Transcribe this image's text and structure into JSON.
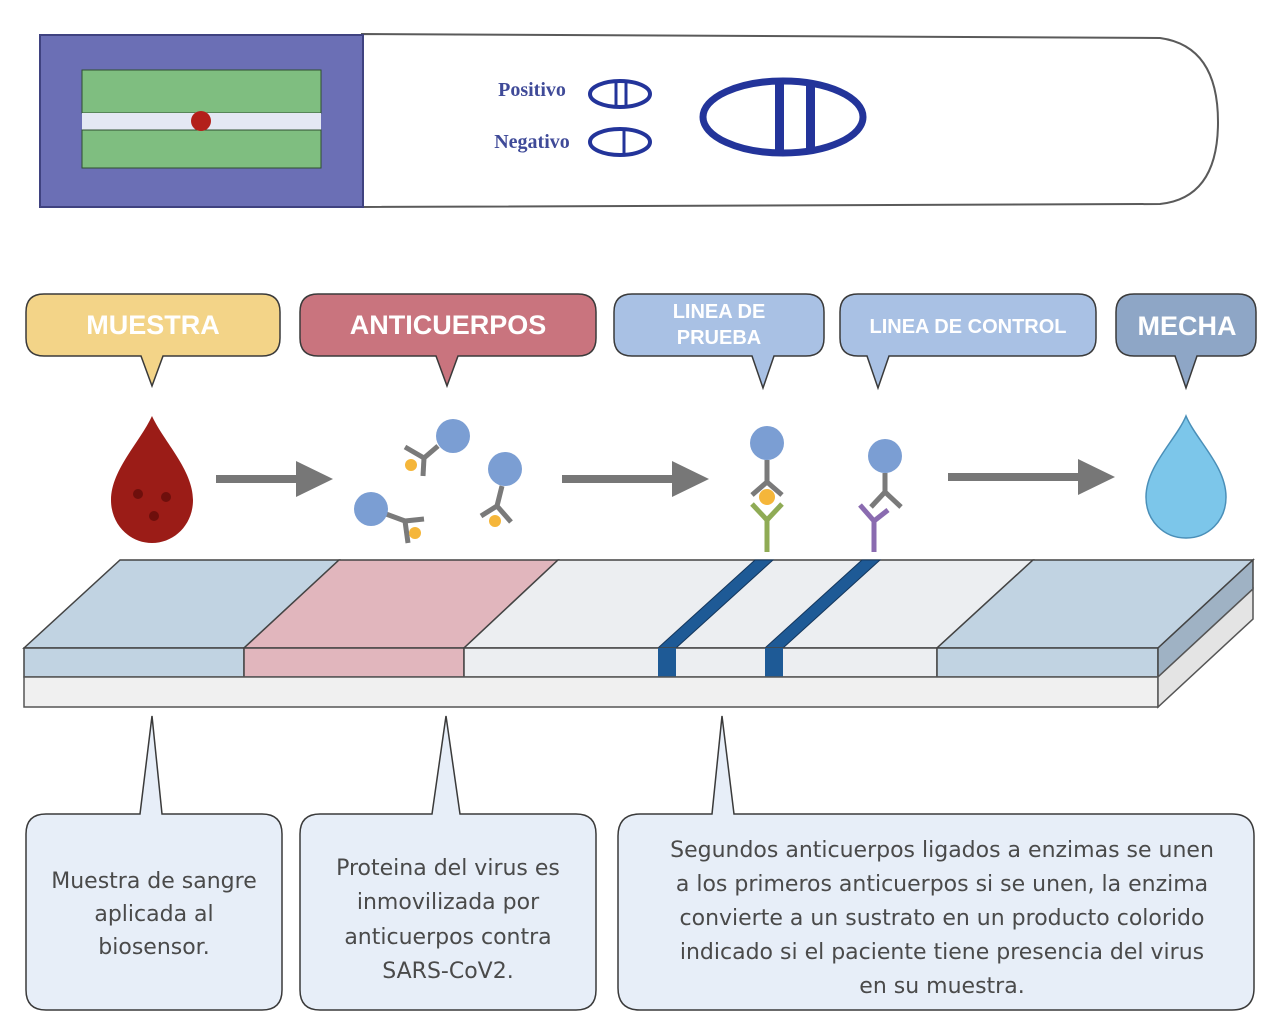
{
  "test_device": {
    "result_labels": {
      "positive": "Positivo",
      "negative": "Negativo"
    }
  },
  "zones": {
    "sample": {
      "title": "MUESTRA",
      "color": "#f3d488"
    },
    "antibodies": {
      "title": "ANTICUERPOS",
      "color": "#c9747e"
    },
    "test_line": {
      "title_line1": "LINEA DE",
      "title_line2": "PRUEBA",
      "color": "#a9c1e4"
    },
    "control_line": {
      "title": "LINEA DE CONTROL",
      "color": "#a9c1e4"
    },
    "wick": {
      "title": "MECHA",
      "color": "#8ea6c6"
    }
  },
  "descriptions": {
    "sample": [
      "Muestra de sangre",
      "aplicada al",
      "biosensor."
    ],
    "antibodies": [
      "Proteina del virus es",
      "inmovilizada por",
      "anticuerpos contra",
      "SARS-CoV2."
    ],
    "lines": [
      "Segundos anticuerpos ligados a enzimas se unen",
      "a los primeros anticuerpos si se unen, la enzima",
      "convierte a un sustrato en un producto colorido",
      "indicado si el paciente tiene presencia del virus",
      "en su muestra."
    ]
  },
  "colors": {
    "device_blue": "#6b6fb5",
    "pad_green": "#7fbe80",
    "blood": "#9b1c17",
    "water": "#7cc6ea",
    "strip_pink": "#e1b6bd",
    "strip_blue": "#c1d3e2",
    "line_blue": "#1e5a96",
    "antibody_blue": "#7b9ed3",
    "antigen_orange": "#f5b63a",
    "capture_green": "#8fab55",
    "control_purple": "#8a6bb0",
    "desc_box_fill": "#e7eef8"
  }
}
